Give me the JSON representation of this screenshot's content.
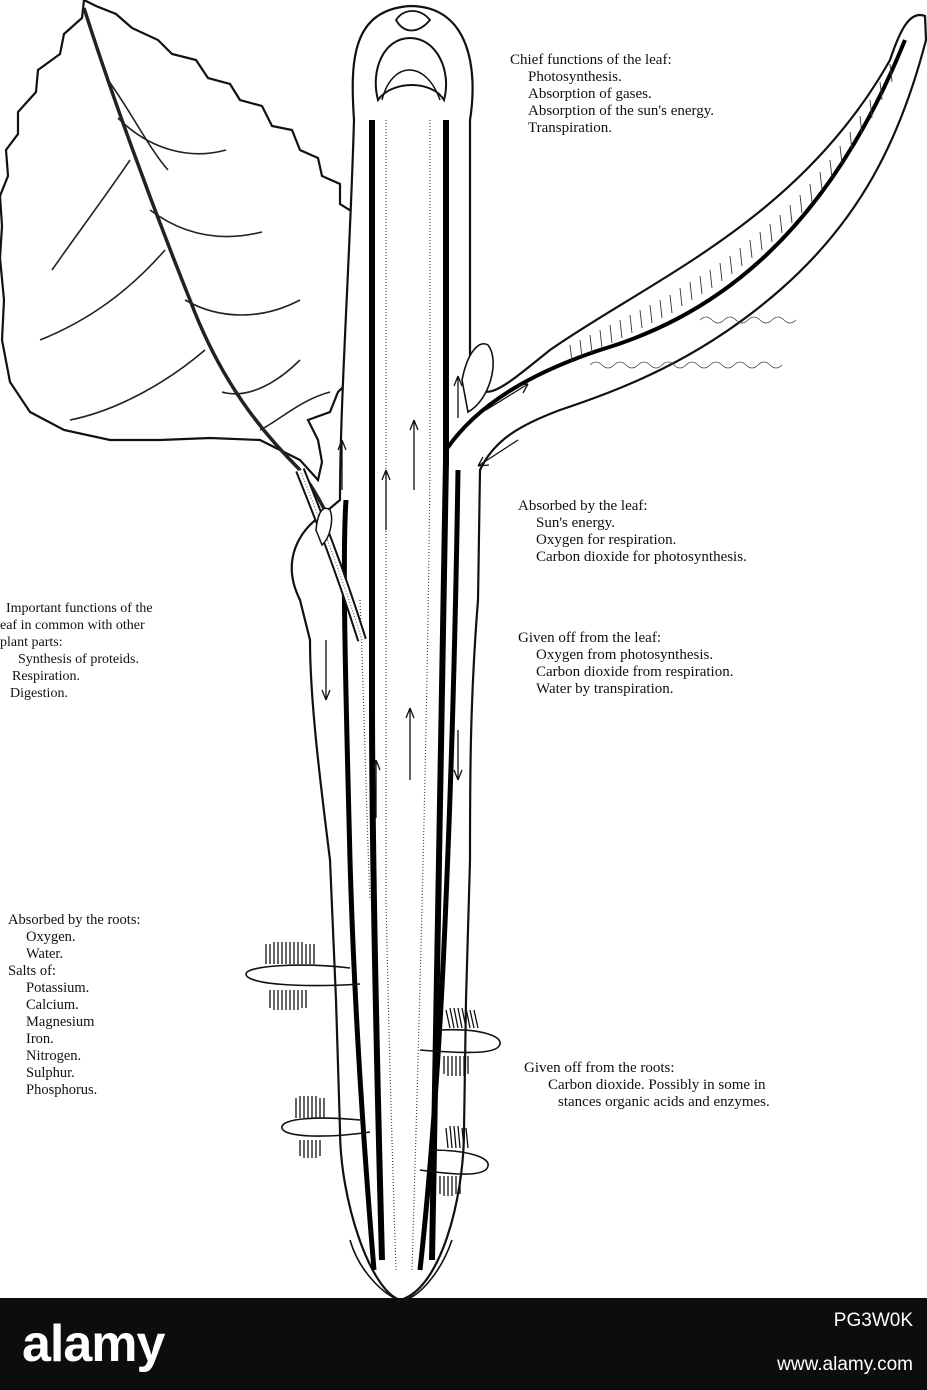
{
  "diagram": {
    "leaf_functions": {
      "title": "Chief functions of the leaf:",
      "items": [
        "Photosynthesis.",
        "Absorption of gases.",
        "Absorption of the sun's energy.",
        "Transpiration."
      ]
    },
    "absorbed_by_leaf": {
      "title": "Absorbed by the leaf:",
      "items": [
        "Sun's energy.",
        "Oxygen for respiration.",
        "Carbon dioxide for photosynthesis."
      ]
    },
    "given_off_leaf": {
      "title": "Given off from the leaf:",
      "items": [
        "Oxygen from photosynthesis.",
        "Carbon dioxide from respiration.",
        "Water by transpiration."
      ]
    },
    "common_functions": {
      "lines": [
        "Important functions of the",
        "eaf in common with other",
        "plant parts:"
      ],
      "items": [
        "Synthesis of proteids.",
        "Respiration.",
        "Digestion."
      ]
    },
    "absorbed_by_roots": {
      "title": "Absorbed by the roots:",
      "items": [
        "Oxygen.",
        "Water."
      ],
      "salts_title": "Salts of:",
      "salts": [
        "Potassium.",
        "Calcium.",
        "Magnesium",
        "Iron.",
        "Nitrogen.",
        "Sulphur.",
        "Phosphorus."
      ]
    },
    "given_off_roots": {
      "title": "Given off from the roots:",
      "lines": [
        "Carbon dioxide.  Possibly in some in",
        "stances organic acids and enzymes."
      ]
    }
  },
  "footer": {
    "brand": "alamy",
    "image_id": "PG3W0K",
    "url": "www.alamy.com"
  }
}
